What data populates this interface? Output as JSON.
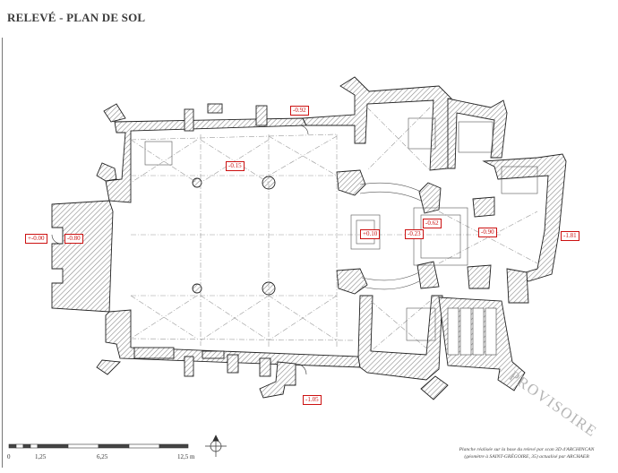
{
  "title": "RELEVÉ - PLAN DE SOL",
  "level_marks": [
    {
      "id": "west-entrance",
      "text": "+-0.00"
    },
    {
      "id": "west-porch",
      "text": "-0.80"
    },
    {
      "id": "north-door",
      "text": "-0.92"
    },
    {
      "id": "nave",
      "text": "-0.15"
    },
    {
      "id": "crossing",
      "text": "+0.10"
    },
    {
      "id": "transept",
      "text": "-0.23"
    },
    {
      "id": "altar",
      "text": "-0.62"
    },
    {
      "id": "choir",
      "text": "-0.90"
    },
    {
      "id": "apse",
      "text": "-1.81"
    },
    {
      "id": "south-porch",
      "text": "-1.05"
    }
  ],
  "stamp": "PROVISOIRE",
  "scale_bar": {
    "ticks": [
      "0",
      "1,25",
      "6,25",
      "12,5 m"
    ],
    "colors": {
      "dark": "#444444",
      "light": "#ffffff"
    }
  },
  "credit_lines": [
    "Planche réalisée sur la base du relevé par scan 3D d'ARCHINCAN",
    "(géomètre à SAINT-GRÉGOIRE, 35) actualisé par ARCHAEB"
  ],
  "colors": {
    "wall_hatch": "#8a8a8a",
    "level_text": "#cc1111",
    "stamp": "#b5b5b5"
  }
}
